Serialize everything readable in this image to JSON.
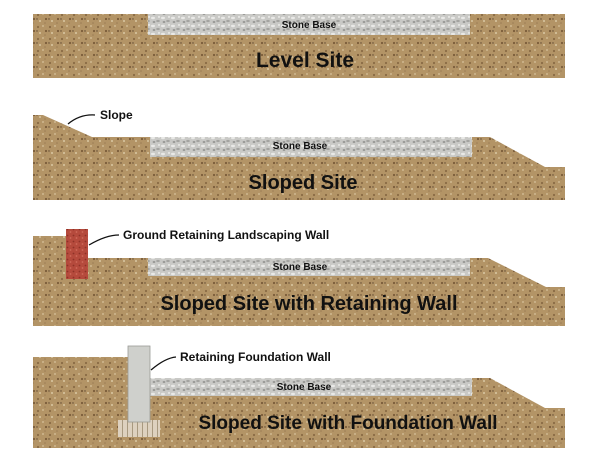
{
  "panels": [
    {
      "title": "Level Site",
      "base_label": "Stone Base"
    },
    {
      "title": "Sloped Site",
      "base_label": "Stone Base",
      "callout": "Slope"
    },
    {
      "title": "Sloped Site with Retaining Wall",
      "base_label": "Stone Base",
      "callout": "Ground Retaining Landscaping Wall"
    },
    {
      "title": "Sloped Site with Foundation Wall",
      "base_label": "Stone Base",
      "callout": "Retaining Foundation Wall"
    }
  ],
  "colors": {
    "soil": "#b39466",
    "stone_base": "#c9c9c6",
    "landscaping_wall": "#b54a3c",
    "foundation_wall": "#cfd0cc",
    "footing": "#ddd1bf",
    "text": "#111111"
  }
}
